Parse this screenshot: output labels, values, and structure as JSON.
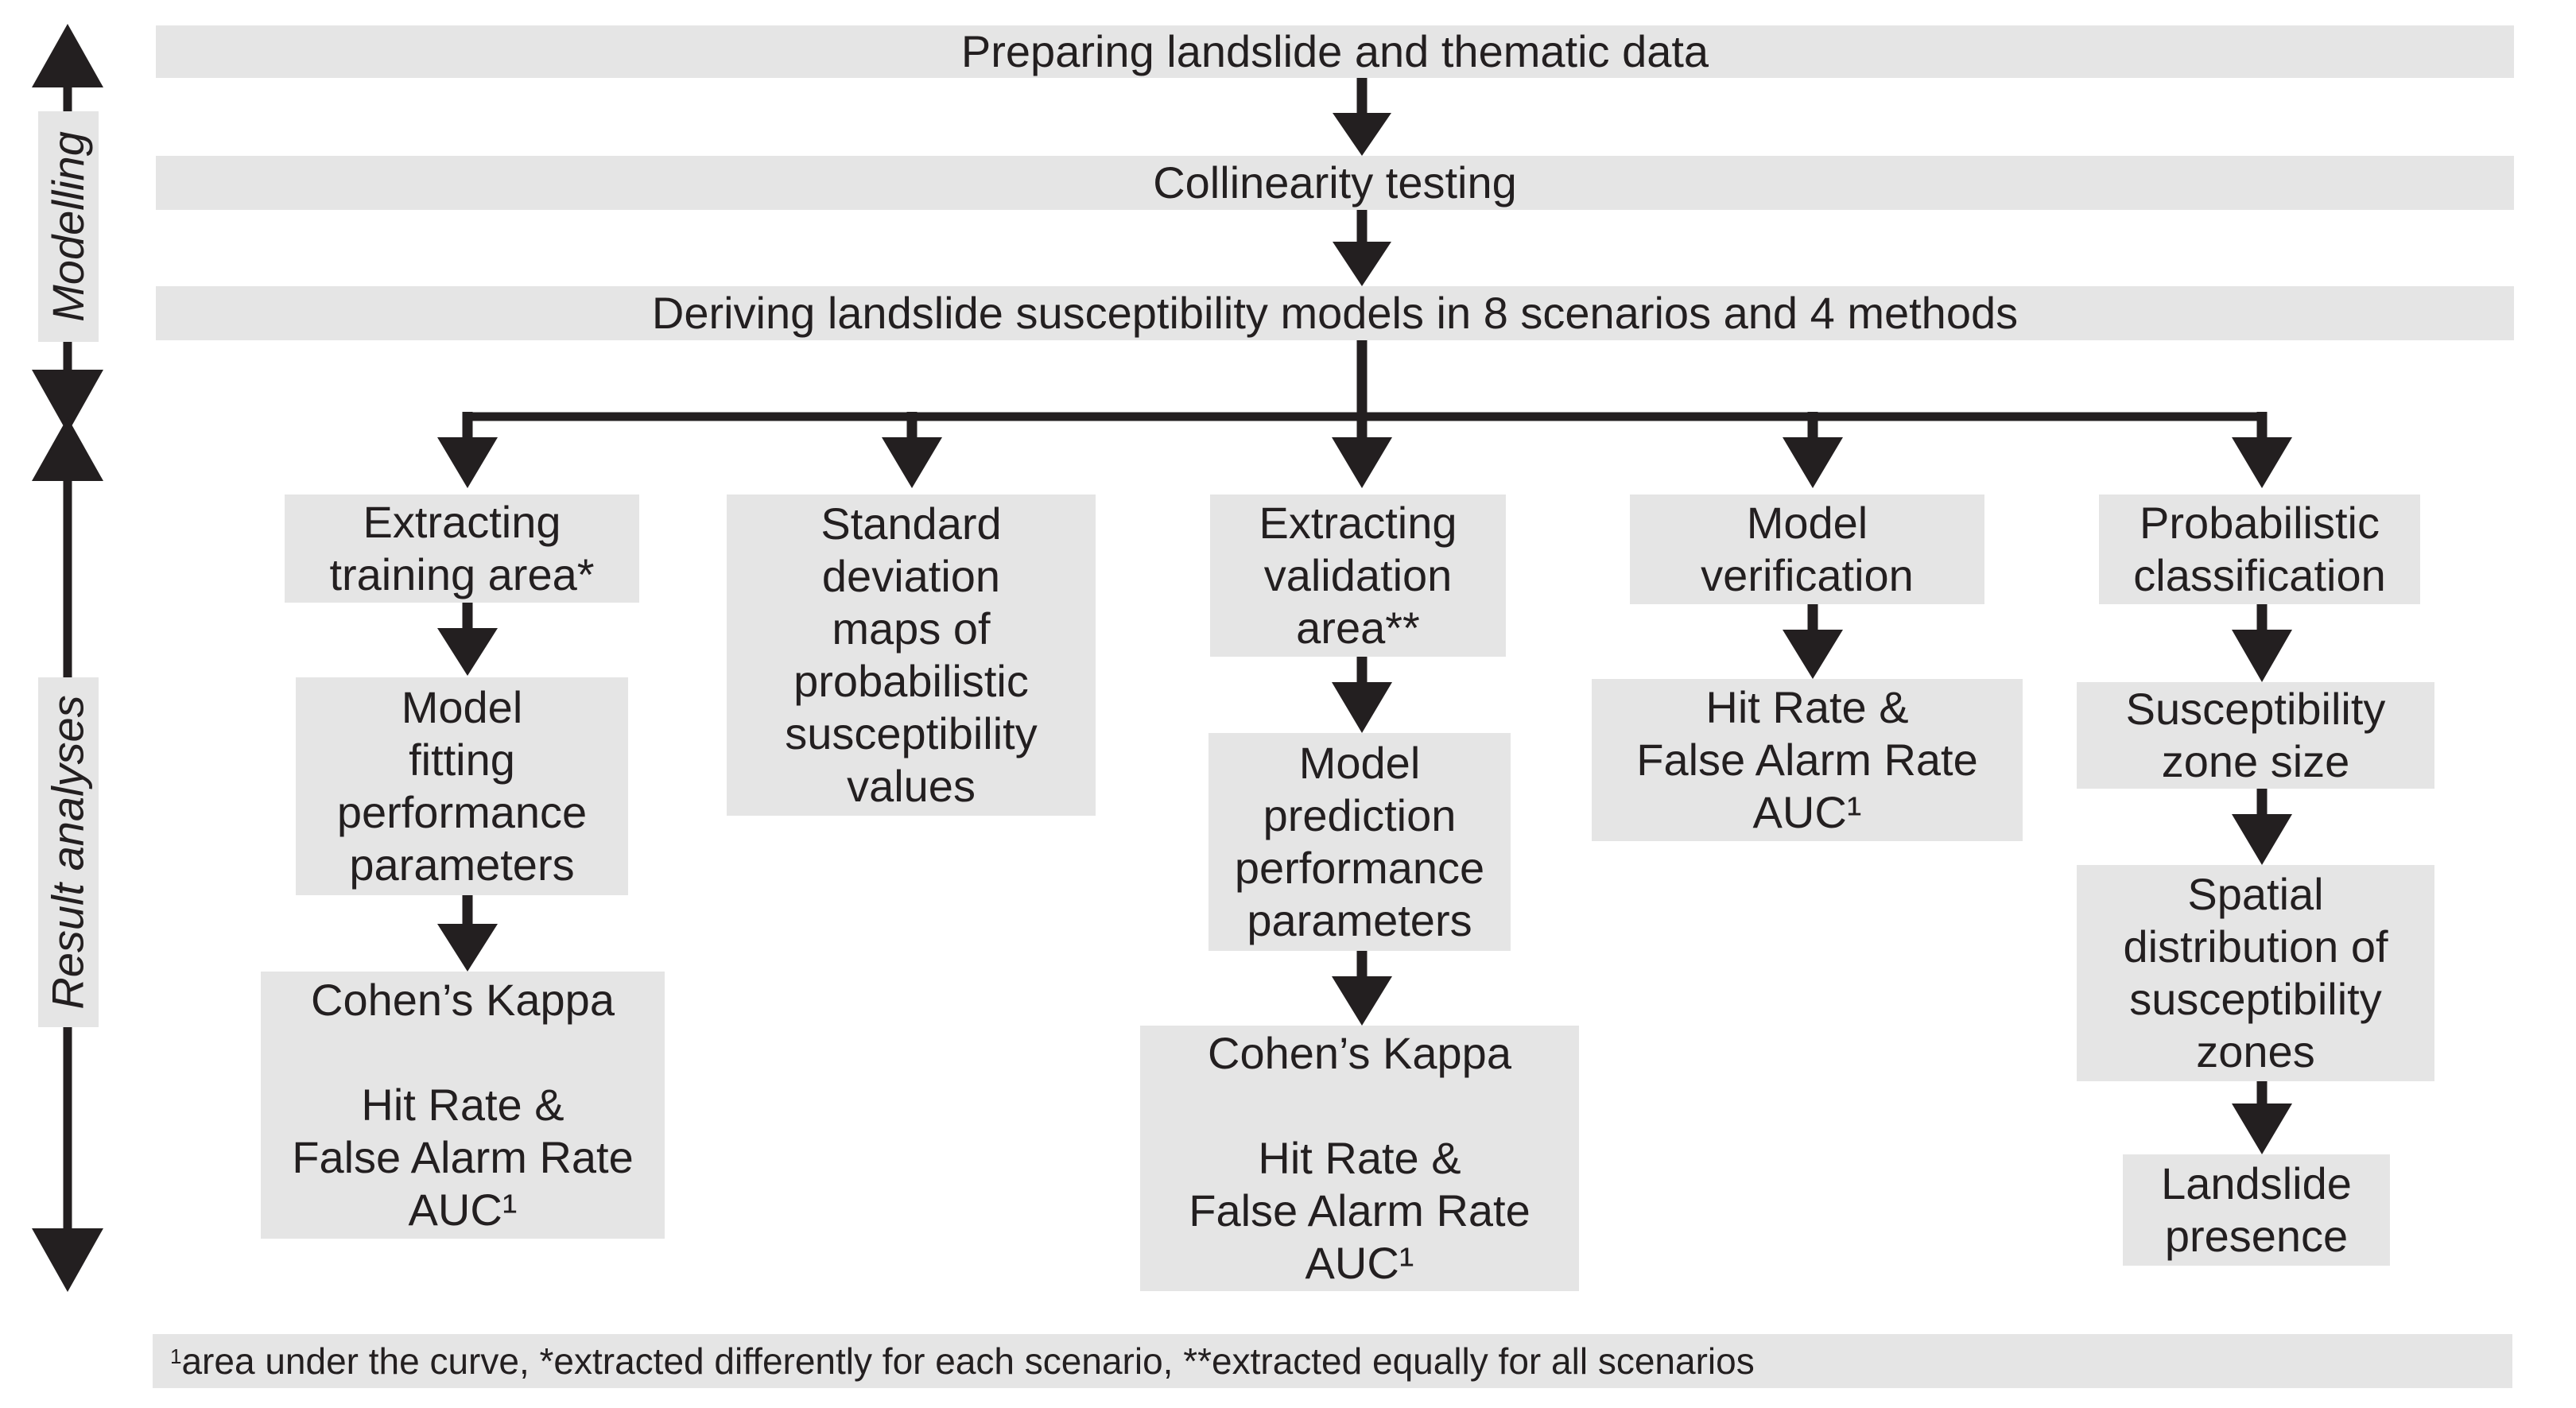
{
  "side_labels": {
    "modelling": "Modelling",
    "result_analyses": "Result analyses"
  },
  "steps": {
    "prepare": "Preparing landslide and thematic data",
    "collinearity": "Collinearity testing",
    "deriving": "Deriving landslide susceptibility models in 8 scenarios and 4 methods"
  },
  "branches": {
    "training": {
      "extract": "Extracting\ntraining area*",
      "fitting": "Model\nfitting\nperformance\nparameters",
      "metrics": "Cohen’s Kappa\n\nHit Rate &\nFalse Alarm Rate\nAUC¹"
    },
    "std_dev": "Standard\ndeviation\nmaps of\nprobabilistic\nsusceptibility\nvalues",
    "validation": {
      "extract": "Extracting\nvalidation\narea**",
      "prediction": "Model\nprediction\nperformance\nparameters",
      "metrics": "Cohen’s Kappa\n\nHit Rate &\nFalse Alarm Rate\nAUC¹"
    },
    "verification": {
      "title": "Model\nverification",
      "metrics": "Hit Rate &\nFalse Alarm Rate\nAUC¹"
    },
    "classification": {
      "title": "Probabilistic\nclassification",
      "zone_size": "Susceptibility\nzone size",
      "spatial": "Spatial\ndistribution of\nsusceptibility\nzones",
      "presence": "Landslide\npresence"
    }
  },
  "footnote": {
    "marker": "1",
    "text": "area under the curve, *extracted differently for each scenario, **extracted equally for all scenarios"
  },
  "colors": {
    "box_fill": "#e5e5e5",
    "arrow": "#231f20"
  }
}
